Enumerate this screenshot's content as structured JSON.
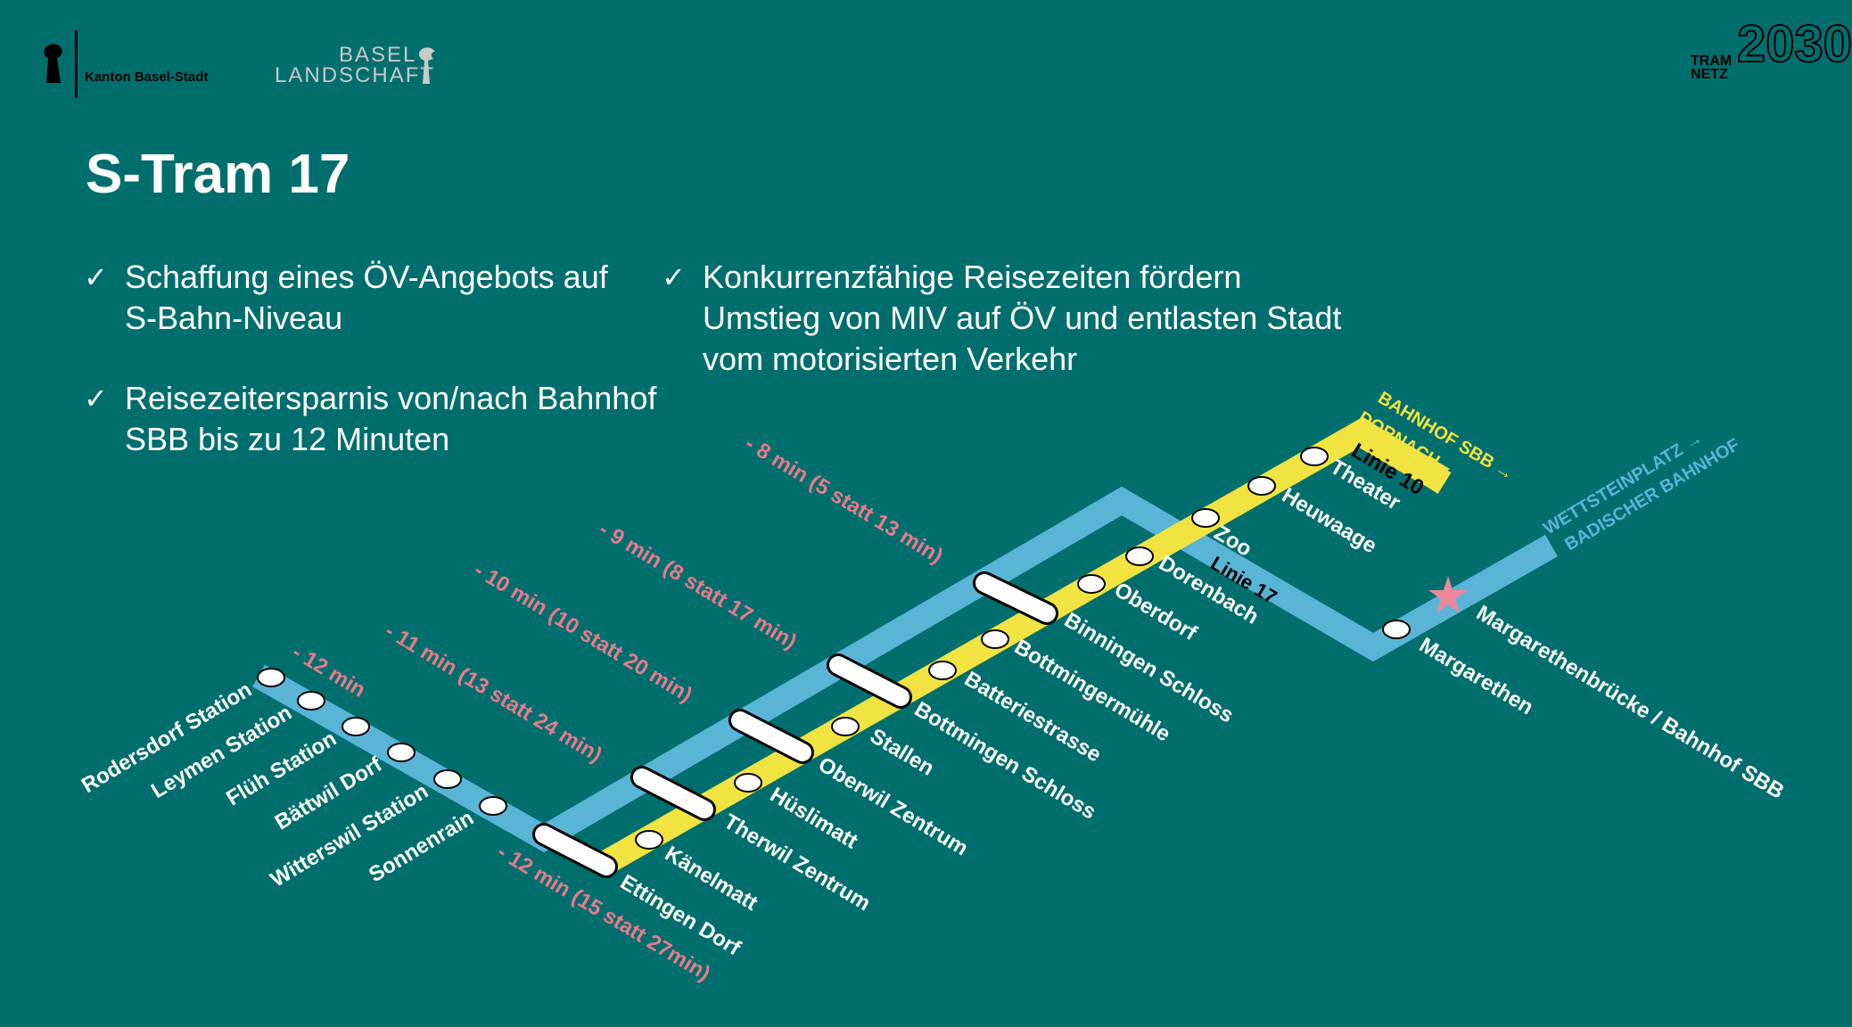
{
  "header": {
    "canton_bs": "Kanton Basel-Stadt",
    "canton_bl": [
      "BASEL",
      "LANDSCHAFT"
    ],
    "tramnetz": {
      "line1": "TRAM",
      "line2": "NETZ",
      "year": "2030"
    }
  },
  "title": "S-Tram 17",
  "bullets": [
    "Schaffung eines ÖV-Angebots auf S-Bahn-Niveau",
    "Reisezeitersparnis von/nach Bahnhof SBB bis zu 12 Minuten",
    "Konkurrenzfähige Reisezeiten fördern Umstieg von MIV auf ÖV und entlasten Stadt vom motorisierten Verkehr"
  ],
  "check_glyph": "✓",
  "map": {
    "colors": {
      "line17": "#5ab4d6",
      "line10": "#f1e341",
      "travel_time": "#e87a8c",
      "station": "#ffffff",
      "marker": "#ee8899"
    },
    "line_labels": {
      "line10": "Linie 10",
      "line17": "Linie 17"
    },
    "directions": {
      "dornach": [
        "BAHNHOF SBB →",
        "DORNACH"
      ],
      "badischer": [
        "WETTSTEINPLATZ →",
        "BADISCHER BAHNHOF"
      ]
    },
    "stations_l17_branch": [
      "Rodersdorf Station",
      "Leymen Station",
      "Flüh Station",
      "Bättwil Dorf",
      "Witterswil Station",
      "Sonnenrain"
    ],
    "stations_l10": [
      "Ettingen Dorf",
      "Känelmatt",
      "Therwil Zentrum",
      "Hüslimatt",
      "Oberwil Zentrum",
      "Stallen",
      "Bottmingen Schloss",
      "Batteriestrasse",
      "Bottmingermühle",
      "Binningen Schloss",
      "Oberdorf",
      "Dorenbach",
      "Zoo",
      "Heuwaage",
      "Theater"
    ],
    "stations_l17_city": [
      "Margarethen",
      "Margarethenbrücke / Bahnhof SBB"
    ],
    "travel_times": [
      "- 12 min",
      "- 12 min (15 statt 27min)",
      "- 11 min (13 statt 24 min)",
      "- 10 min (10 statt 20 min)",
      "- 9 min (8 statt 17 min)",
      "- 8 min (5 statt 13 min)"
    ]
  }
}
